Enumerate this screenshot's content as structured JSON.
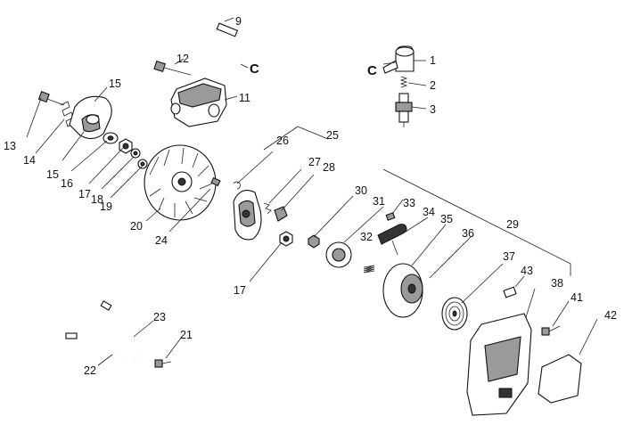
{
  "callouts": {
    "c1": "1",
    "c2": "2",
    "c3": "3",
    "c9": "9",
    "c11": "11",
    "c12": "12",
    "c13": "13",
    "c14": "14",
    "c15a": "15",
    "c15b": "15",
    "c16": "16",
    "c17a": "17",
    "c17b": "17",
    "c18": "18",
    "c19": "19",
    "c20": "20",
    "c21": "21",
    "c22": "22",
    "c23": "23",
    "c24": "24",
    "c25": "25",
    "c26": "26",
    "c27": "27",
    "c28": "28",
    "c29": "29",
    "c30": "30",
    "c31": "31",
    "c32": "32",
    "c33": "33",
    "c34": "34",
    "c35": "35",
    "c36": "36",
    "c37": "37",
    "c38": "38",
    "c41": "41",
    "c42": "42",
    "c43": "43"
  },
  "connectors": {
    "top": "C",
    "cap": "C"
  }
}
